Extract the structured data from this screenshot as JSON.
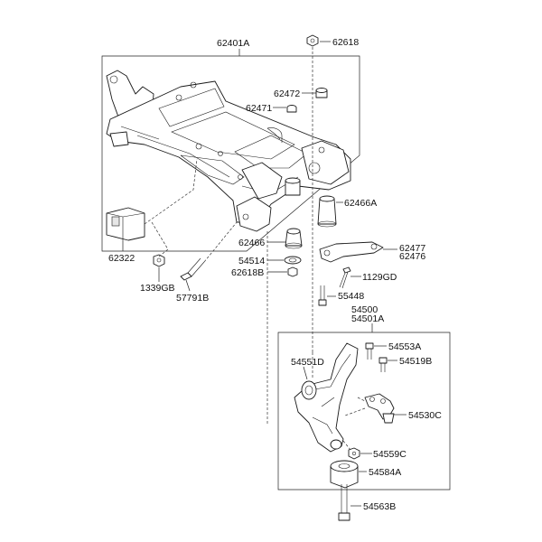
{
  "labels": {
    "p62401A": "62401A",
    "p62618_top": "62618",
    "p62472": "62472",
    "p62471": "62471",
    "p62466A": "62466A",
    "p62466": "62466",
    "p62477": "62477",
    "p62476": "62476",
    "p54514": "54514",
    "p62618B": "62618B",
    "p1129GD": "1129GD",
    "p55448": "55448",
    "p62322": "62322",
    "p1339GB": "1339GB",
    "p57791B": "57791B",
    "p54500": "54500",
    "p54501A": "54501A",
    "p54553A": "54553A",
    "p54551D": "54551D",
    "p54519B": "54519B",
    "p54530C": "54530C",
    "p54559C": "54559C",
    "p54584A": "54584A",
    "p54563B": "54563B"
  }
}
